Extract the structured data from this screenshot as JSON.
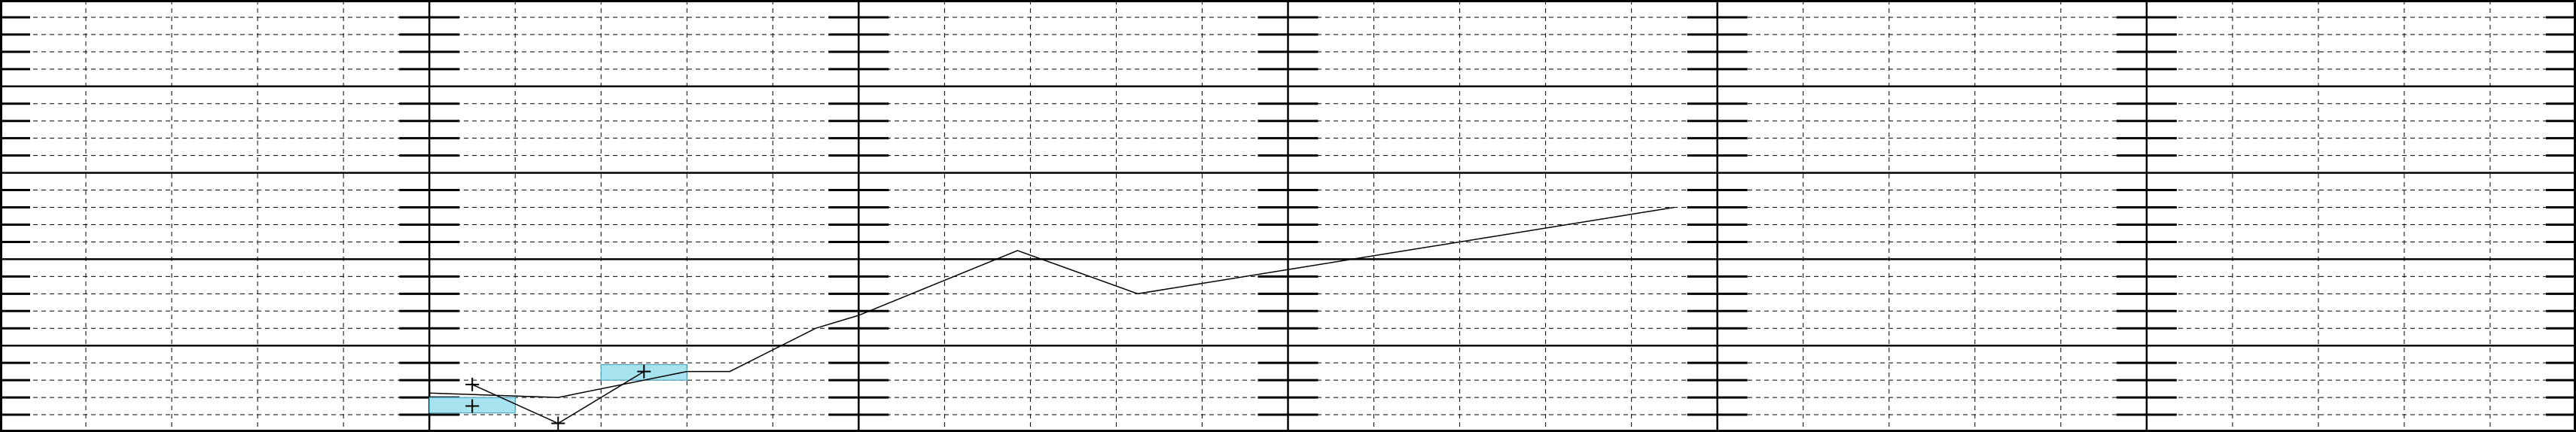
{
  "colors": {
    "background": "#ffffff",
    "grid": "#000000",
    "line": "#000000",
    "band_fill": "#a6e3ee",
    "band_stroke": "#3a9db8"
  },
  "chart_data": {
    "type": "line",
    "title": "",
    "xlabel": "",
    "ylabel": "",
    "x_range": [
      0,
      6
    ],
    "y_range": [
      0,
      5
    ],
    "x_major_ticks": [
      0,
      1,
      2,
      3,
      4,
      5,
      6
    ],
    "x_minor_per_major": 5,
    "y_major_ticks": [
      0,
      1,
      2,
      3,
      4,
      5
    ],
    "y_minor_per_major": 5,
    "grid": true,
    "series": [
      {
        "points": [
          [
            1.0,
            0.45
          ],
          [
            1.3,
            0.4
          ],
          [
            1.6,
            0.7
          ],
          [
            1.7,
            0.7
          ],
          [
            1.9,
            1.2
          ],
          [
            2.0,
            1.35
          ],
          [
            2.37,
            2.1
          ],
          [
            2.65,
            1.6
          ],
          [
            3.9,
            2.6
          ]
        ]
      },
      {
        "points": [
          [
            1.1,
            0.55
          ],
          [
            1.3,
            0.1
          ],
          [
            1.5,
            0.7
          ]
        ]
      }
    ],
    "markers": [
      [
        1.1,
        0.55
      ],
      [
        1.1,
        0.3
      ],
      [
        1.3,
        0.1
      ],
      [
        1.5,
        0.7
      ]
    ],
    "bands": [
      {
        "x": [
          1.0,
          1.2
        ],
        "y": [
          0.22,
          0.4
        ]
      },
      {
        "x": [
          1.4,
          1.6
        ],
        "y": [
          0.6,
          0.78
        ]
      }
    ]
  }
}
